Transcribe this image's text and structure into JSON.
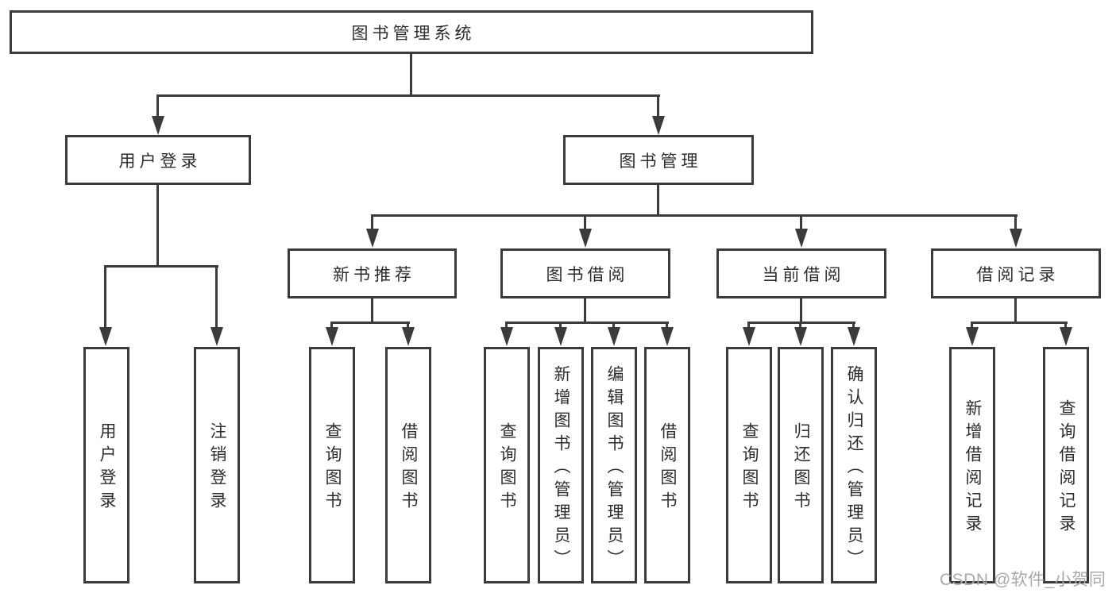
{
  "colors": {
    "background": "#ffffff",
    "line": "#3b3b3b",
    "text": "#2d2d2d",
    "watermark": "#a9a9a9"
  },
  "diagram": {
    "root": {
      "label": "图书管理系统"
    },
    "branches": [
      {
        "label": "用户登录",
        "children": [
          {
            "label": "用户登录"
          },
          {
            "label": "注销登录"
          }
        ]
      },
      {
        "label": "图书管理",
        "children": [
          {
            "label": "新书推荐",
            "children": [
              {
                "label": "查询图书"
              },
              {
                "label": "借阅图书"
              }
            ]
          },
          {
            "label": "图书借阅",
            "children": [
              {
                "label": "查询图书"
              },
              {
                "label": "新增图书（管理员）"
              },
              {
                "label": "编辑图书（管理员）"
              },
              {
                "label": "借阅图书"
              }
            ]
          },
          {
            "label": "当前借阅",
            "children": [
              {
                "label": "查询图书"
              },
              {
                "label": "归还图书"
              },
              {
                "label": "确认归还（管理员）"
              }
            ]
          },
          {
            "label": "借阅记录",
            "children": [
              {
                "label": "新增借阅记录"
              },
              {
                "label": "查询借阅记录"
              }
            ]
          }
        ]
      }
    ]
  },
  "watermark": {
    "text": "CSDN @软件_小贺同学"
  }
}
